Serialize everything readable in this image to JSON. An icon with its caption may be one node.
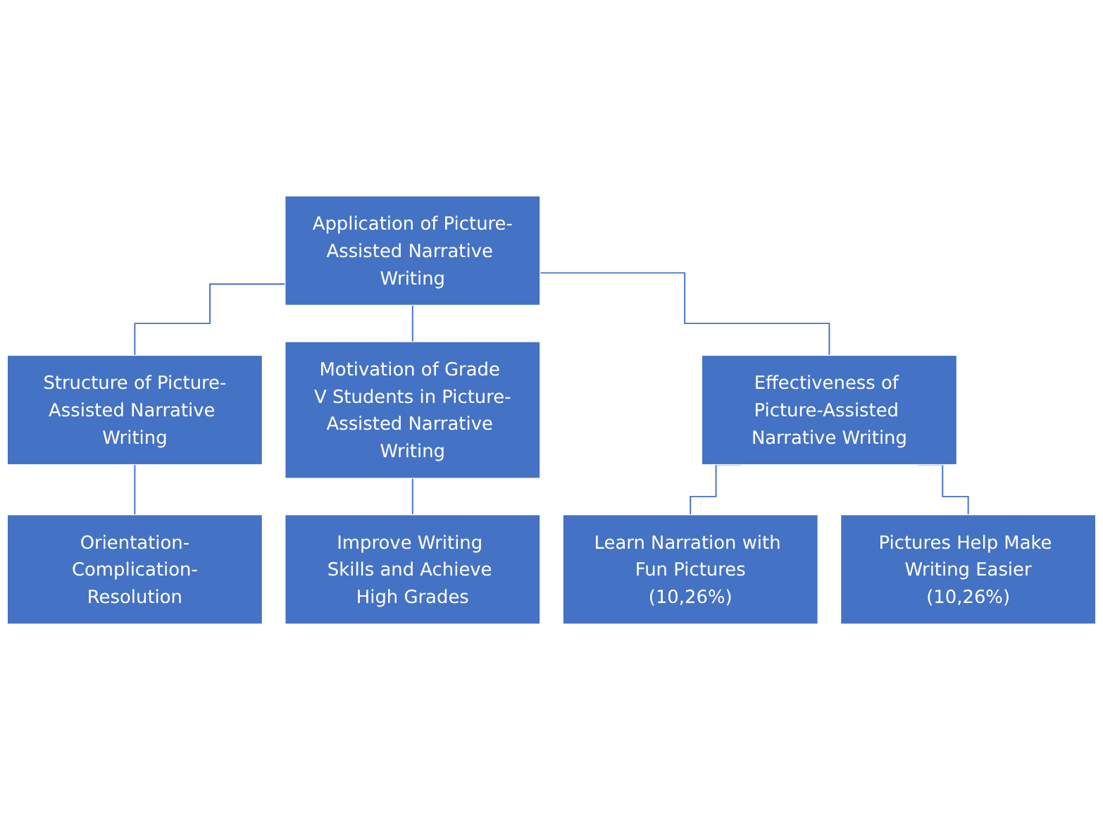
{
  "diagram": {
    "nodes": [
      {
        "text": [
          "Application of Picture-Assisted Narrative Writing"
        ]
      },
      {
        "text": [
          "Structure of Picture-Assisted Narrative Writing"
        ]
      },
      {
        "text": [
          "Motivation of Grade V Students in Picture-Assisted Narrative Writing"
        ]
      },
      {
        "text": [
          "Effectiveness of Picture-Assisted Narrative Writing"
        ]
      },
      {
        "text": [
          "Orientation-Complication-Resolution"
        ]
      },
      {
        "text": [
          "Improve Writing Skills and Achieve High Grades"
        ]
      },
      {
        "text": [
          "Learn Narration with Fun Pictures",
          "(10,26%)"
        ]
      },
      {
        "text": [
          "Pictures Help Make Writing Easier",
          "(10,26%)"
        ]
      }
    ],
    "edges": [
      {
        "from": 0,
        "to": 1,
        "arrow": "none"
      },
      {
        "from": 0,
        "to": 2,
        "arrow": "none"
      },
      {
        "from": 0,
        "to": 3,
        "arrow": "none"
      },
      {
        "from": 1,
        "to": 4,
        "arrow": "none"
      },
      {
        "from": 2,
        "to": 5,
        "arrow": "none"
      },
      {
        "from": 3,
        "to": 6,
        "arrow": "none"
      },
      {
        "from": 3,
        "to": 7,
        "arrow": "none"
      }
    ]
  }
}
